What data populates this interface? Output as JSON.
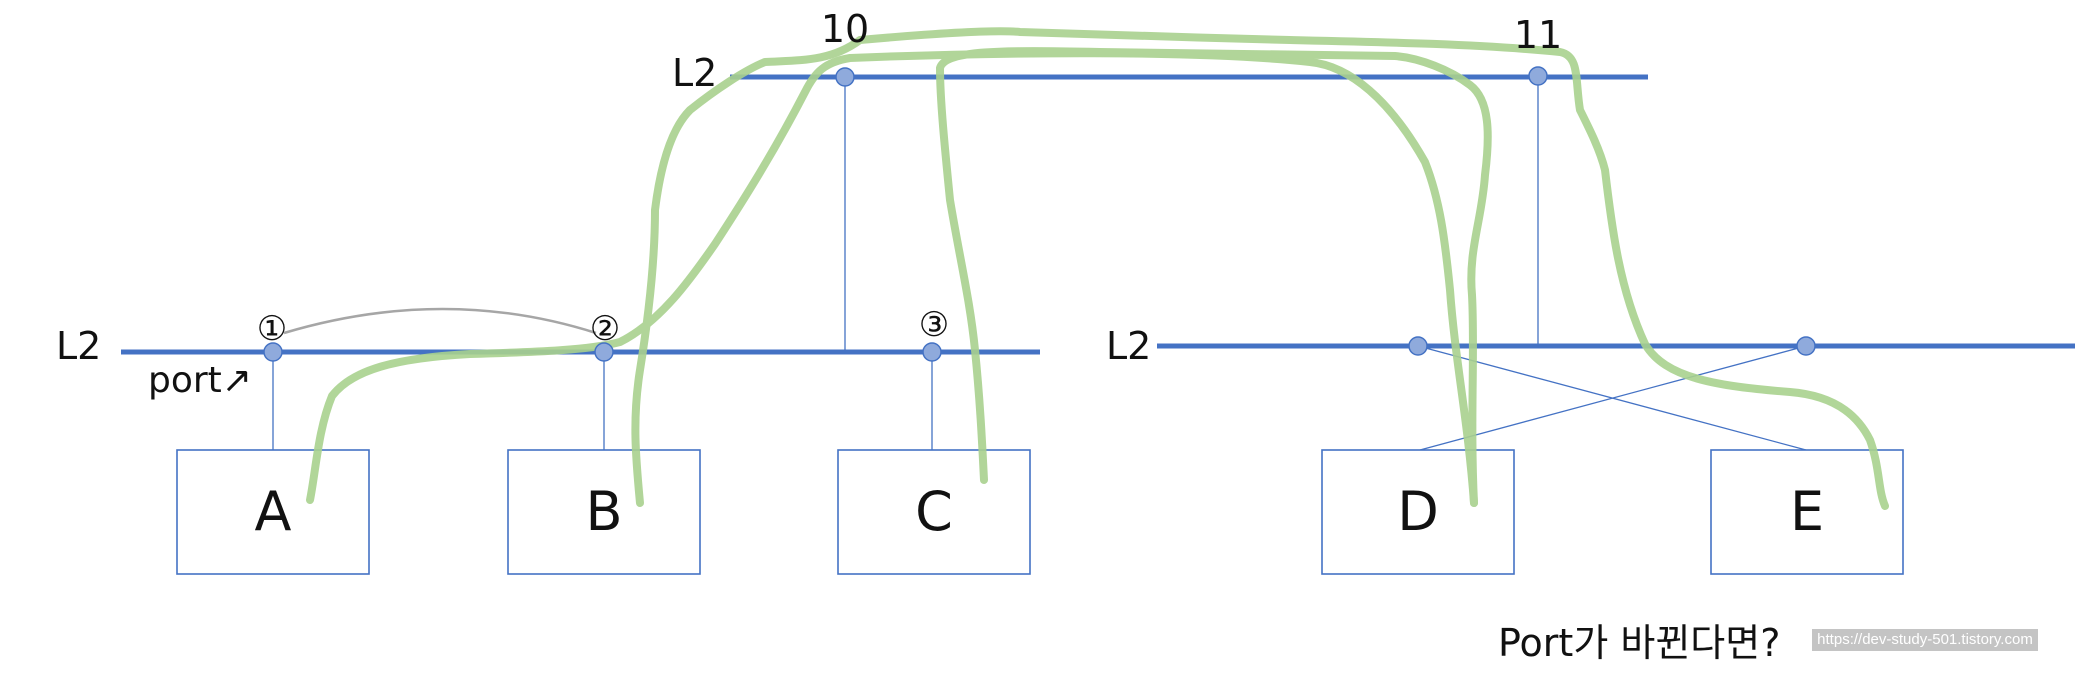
{
  "labels": {
    "l2_top": "L2",
    "l2_left": "L2",
    "l2_right": "L2",
    "switch_10": "10",
    "switch_11": "11",
    "port_1": "①",
    "port_2": "②",
    "port_3": "③",
    "port_label": "port↗",
    "caption": "Port가 바뀐다면?",
    "watermark": "https://dev-study-501.tistory.com"
  },
  "hosts": [
    {
      "label": "A"
    },
    {
      "label": "B"
    },
    {
      "label": "C"
    },
    {
      "label": "D"
    },
    {
      "label": "E"
    }
  ],
  "colors": {
    "bus": "#4472c4",
    "link": "#4472c4",
    "node_fill": "#8faadc",
    "path": "#a9d18e",
    "arc": "#a6a6a6"
  }
}
